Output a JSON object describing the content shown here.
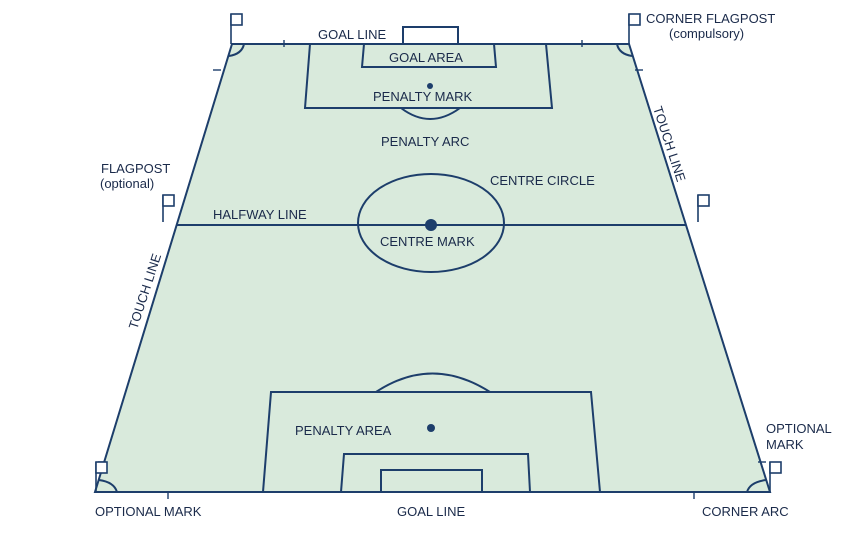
{
  "diagram": {
    "colors": {
      "turf": "#d9eadc",
      "line": "#1d3e6b",
      "text": "#1a2a4a",
      "flag_fill": "#ffffff"
    },
    "labels": {
      "goal_line_top": "GOAL LINE",
      "corner_flagpost": "CORNER FLAGPOST",
      "compulsory": "(compulsory)",
      "goal_area": "GOAL AREA",
      "penalty_mark": "PENALTY MARK",
      "penalty_arc": "PENALTY ARC",
      "touch_line_right": "TOUCH LINE",
      "flagpost": "FLAGPOST",
      "optional": "(optional)",
      "centre_circle": "CENTRE CIRCLE",
      "halfway_line": "HALFWAY LINE",
      "centre_mark": "CENTRE MARK",
      "touch_line_left": "TOUCH LINE",
      "penalty_area": "PENALTY AREA",
      "optional_mark_right_1": "OPTIONAL",
      "optional_mark_right_2": "MARK",
      "optional_mark_bottom": "OPTIONAL MARK",
      "goal_line_bottom": "GOAL LINE",
      "corner_arc": "CORNER ARC"
    }
  }
}
